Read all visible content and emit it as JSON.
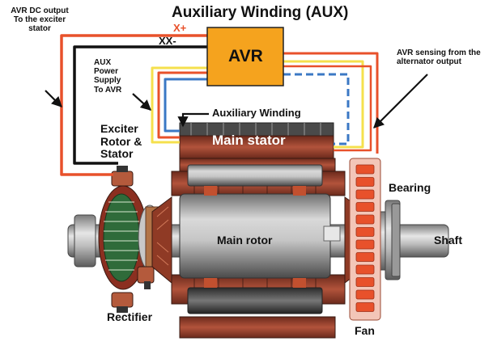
{
  "title": "Auxiliary Winding (AUX)",
  "labels": {
    "avr_dc_output": "AVR DC output\nTo the exciter\nstator",
    "x_plus": "X+",
    "xx_minus": "XX-",
    "avr": "AVR",
    "aux_power_supply": "AUX\nPower\nSupply\nTo AVR",
    "avr_sensing": "AVR sensing from the\nalternator output",
    "auxiliary_winding": "Auxiliary Winding",
    "exciter": "Exciter\nRotor &\nStator",
    "main_stator": "Main stator",
    "bearing": "Bearing",
    "main_rotor": "Main rotor",
    "shaft": "Shaft",
    "rectifier": "Rectifier",
    "fan": "Fan"
  },
  "colors": {
    "avr_box": "#f5a31e",
    "red_wire": "#e8512b",
    "black_wire": "#111111",
    "yellow_wire": "#f5e04d",
    "blue_wire": "#3b78c4",
    "copper": "#a8442e",
    "exciter_green": "#2f6b3a"
  }
}
